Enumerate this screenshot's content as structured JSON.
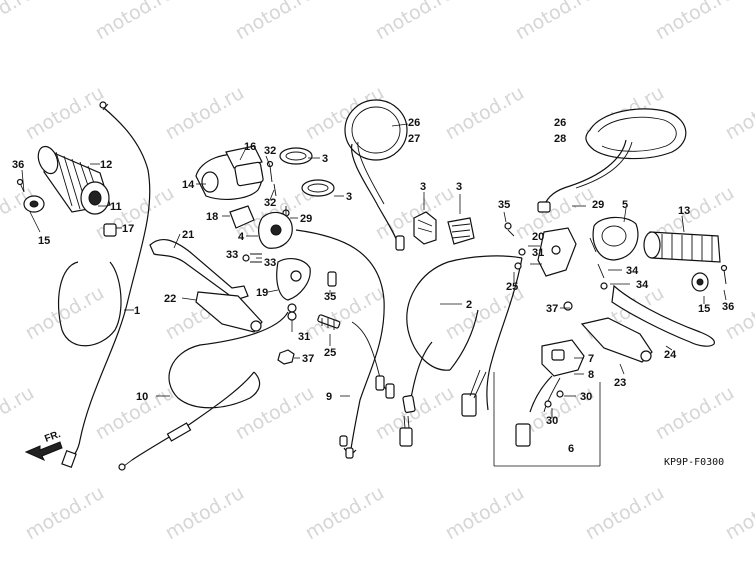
{
  "watermark_text": "motod.ru",
  "diagram_code": "KP9P-F0300",
  "direction_label": "FR.",
  "callouts": {
    "c1": "1",
    "c2": "2",
    "c3a": "3",
    "c3b": "3",
    "c3c": "3",
    "c3d": "3",
    "c4": "4",
    "c5": "5",
    "c6": "6",
    "c7": "7",
    "c8": "8",
    "c9": "9",
    "c10": "10",
    "c11": "11",
    "c12": "12",
    "c13": "13",
    "c14": "14",
    "c15a": "15",
    "c15b": "15",
    "c16": "16",
    "c17": "17",
    "c18": "18",
    "c19": "19",
    "c20": "20",
    "c21": "21",
    "c22": "22",
    "c23": "23",
    "c24": "24",
    "c25a": "25",
    "c25b": "25",
    "c26a": "26",
    "c26b": "26",
    "c27": "27",
    "c28": "28",
    "c29a": "29",
    "c29b": "29",
    "c30a": "30",
    "c30b": "30",
    "c31a": "31",
    "c31b": "31",
    "c32a": "32",
    "c32b": "32",
    "c33a": "33",
    "c33b": "33",
    "c34a": "34",
    "c34b": "34",
    "c35a": "35",
    "c35b": "35",
    "c36a": "36",
    "c36b": "36",
    "c37a": "37",
    "c37b": "37"
  }
}
